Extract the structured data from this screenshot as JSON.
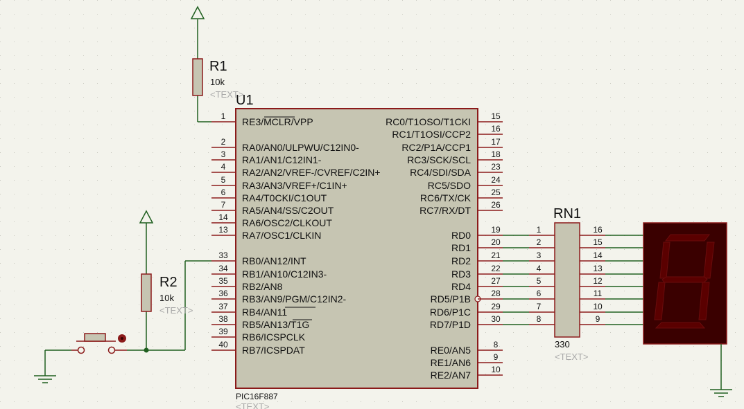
{
  "colors": {
    "background": "#f3f3ec",
    "wire": "#1f5f1f",
    "pin": "#8b1a1a",
    "body_fill": "#c6c5b2",
    "body_stroke": "#8b1a1a",
    "segment_off": "#5a0000",
    "display_bg": "#3a0000",
    "grid_dot": "#c9c9c0"
  },
  "icons": {
    "power": "power-arrow-icon",
    "ground": "ground-symbol-icon",
    "switch": "push-button-icon",
    "display": "seven-segment-display-icon"
  },
  "u1": {
    "ref": "U1",
    "part": "PIC16F887",
    "text_placeholder": "<TEXT>",
    "left_pins": [
      {
        "num": "1",
        "label": "RE3/MCLR/VPP"
      },
      {
        "num": "2",
        "label": "RA0/AN0/ULPWU/C12IN0-"
      },
      {
        "num": "3",
        "label": "RA1/AN1/C12IN1-"
      },
      {
        "num": "4",
        "label": "RA2/AN2/VREF-/CVREF/C2IN+"
      },
      {
        "num": "5",
        "label": "RA3/AN3/VREF+/C1IN+"
      },
      {
        "num": "6",
        "label": "RA4/T0CKI/C1OUT"
      },
      {
        "num": "7",
        "label": "RA5/AN4/SS/C2OUT"
      },
      {
        "num": "14",
        "label": "RA6/OSC2/CLKOUT"
      },
      {
        "num": "13",
        "label": "RA7/OSC1/CLKIN"
      },
      {
        "num": "33",
        "label": "RB0/AN12/INT"
      },
      {
        "num": "34",
        "label": "RB1/AN10/C12IN3-"
      },
      {
        "num": "35",
        "label": "RB2/AN8"
      },
      {
        "num": "36",
        "label": "RB3/AN9/PGM/C12IN2-"
      },
      {
        "num": "37",
        "label": "RB4/AN11"
      },
      {
        "num": "38",
        "label": "RB5/AN13/T1G"
      },
      {
        "num": "39",
        "label": "RB6/ICSPCLK"
      },
      {
        "num": "40",
        "label": "RB7/ICSPDAT"
      }
    ],
    "right_pins": [
      {
        "num": "15",
        "label": "RC0/T1OSO/T1CKI"
      },
      {
        "num": "16",
        "label": "RC1/T1OSI/CCP2"
      },
      {
        "num": "17",
        "label": "RC2/P1A/CCP1"
      },
      {
        "num": "18",
        "label": "RC3/SCK/SCL"
      },
      {
        "num": "23",
        "label": "RC4/SDI/SDA"
      },
      {
        "num": "24",
        "label": "RC5/SDO"
      },
      {
        "num": "25",
        "label": "RC6/TX/CK"
      },
      {
        "num": "26",
        "label": "RC7/RX/DT"
      },
      {
        "num": "19",
        "label": "RD0"
      },
      {
        "num": "20",
        "label": "RD1"
      },
      {
        "num": "21",
        "label": "RD2"
      },
      {
        "num": "22",
        "label": "RD3"
      },
      {
        "num": "27",
        "label": "RD4"
      },
      {
        "num": "28",
        "label": "RD5/P1B"
      },
      {
        "num": "29",
        "label": "RD6/P1C"
      },
      {
        "num": "30",
        "label": "RD7/P1D"
      },
      {
        "num": "8",
        "label": "RE0/AN5"
      },
      {
        "num": "9",
        "label": "RE1/AN6"
      },
      {
        "num": "10",
        "label": "RE2/AN7"
      }
    ]
  },
  "r1": {
    "ref": "R1",
    "value": "10k",
    "text_placeholder": "<TEXT>"
  },
  "r2": {
    "ref": "R2",
    "value": "10k",
    "text_placeholder": "<TEXT>"
  },
  "rn1": {
    "ref": "RN1",
    "value": "330",
    "text_placeholder": "<TEXT>",
    "left_pins": [
      "1",
      "2",
      "3",
      "4",
      "5",
      "6",
      "7",
      "8"
    ],
    "right_pins": [
      "16",
      "15",
      "14",
      "13",
      "12",
      "11",
      "10",
      "9"
    ]
  }
}
